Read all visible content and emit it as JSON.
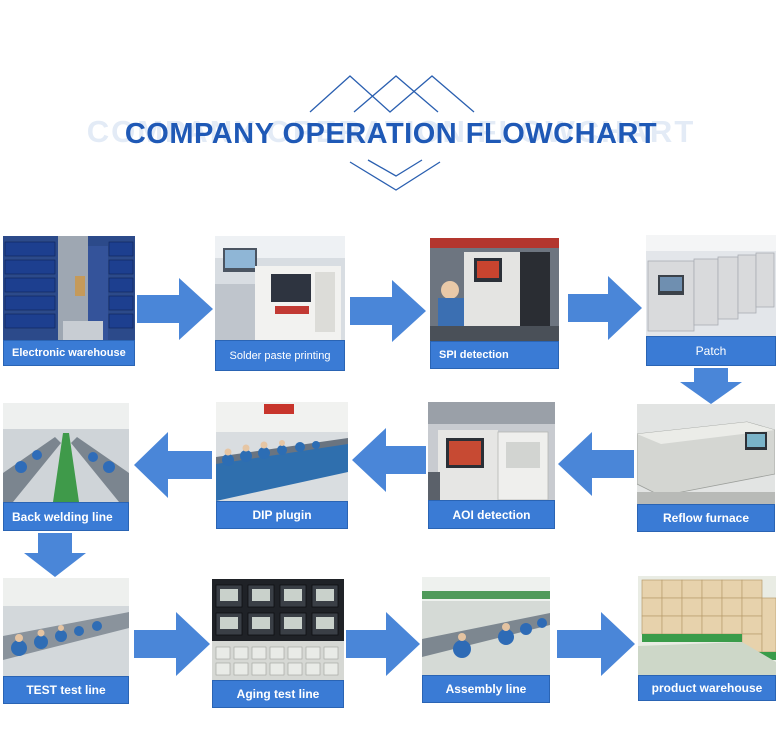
{
  "header": {
    "title": "COMPANY OPERATION FLOWCHART",
    "ghost_title": "COMPANY OPERATION FLOWCHART"
  },
  "colors": {
    "title": "#1f59b6",
    "ghost": "#e3ebf6",
    "label_bg": "#3a7bd5",
    "arrow": "#4a86d8"
  },
  "steps": [
    {
      "id": "electronic-warehouse",
      "label": "Electronic warehouse"
    },
    {
      "id": "solder-paste-printing",
      "label": "Solder paste printing"
    },
    {
      "id": "spi-detection",
      "label": "SPI detection"
    },
    {
      "id": "patch",
      "label": "Patch"
    },
    {
      "id": "reflow-furnace",
      "label": "Reflow furnace"
    },
    {
      "id": "aoi-detection",
      "label": "AOI detection"
    },
    {
      "id": "dip-plugin",
      "label": "DIP plugin"
    },
    {
      "id": "back-welding-line",
      "label": "Back welding line"
    },
    {
      "id": "test-test-line",
      "label": "TEST test line"
    },
    {
      "id": "aging-test-line",
      "label": "Aging test line"
    },
    {
      "id": "assembly-line",
      "label": "Assembly line"
    },
    {
      "id": "product-warehouse",
      "label": "product warehouse"
    }
  ],
  "flow": [
    {
      "from": "electronic-warehouse",
      "to": "solder-paste-printing",
      "direction": "right"
    },
    {
      "from": "solder-paste-printing",
      "to": "spi-detection",
      "direction": "right"
    },
    {
      "from": "spi-detection",
      "to": "patch",
      "direction": "right"
    },
    {
      "from": "patch",
      "to": "reflow-furnace",
      "direction": "down"
    },
    {
      "from": "reflow-furnace",
      "to": "aoi-detection",
      "direction": "left"
    },
    {
      "from": "aoi-detection",
      "to": "dip-plugin",
      "direction": "left"
    },
    {
      "from": "dip-plugin",
      "to": "back-welding-line",
      "direction": "left"
    },
    {
      "from": "back-welding-line",
      "to": "test-test-line",
      "direction": "down"
    },
    {
      "from": "test-test-line",
      "to": "aging-test-line",
      "direction": "right"
    },
    {
      "from": "aging-test-line",
      "to": "assembly-line",
      "direction": "right"
    },
    {
      "from": "assembly-line",
      "to": "product-warehouse",
      "direction": "right"
    }
  ]
}
